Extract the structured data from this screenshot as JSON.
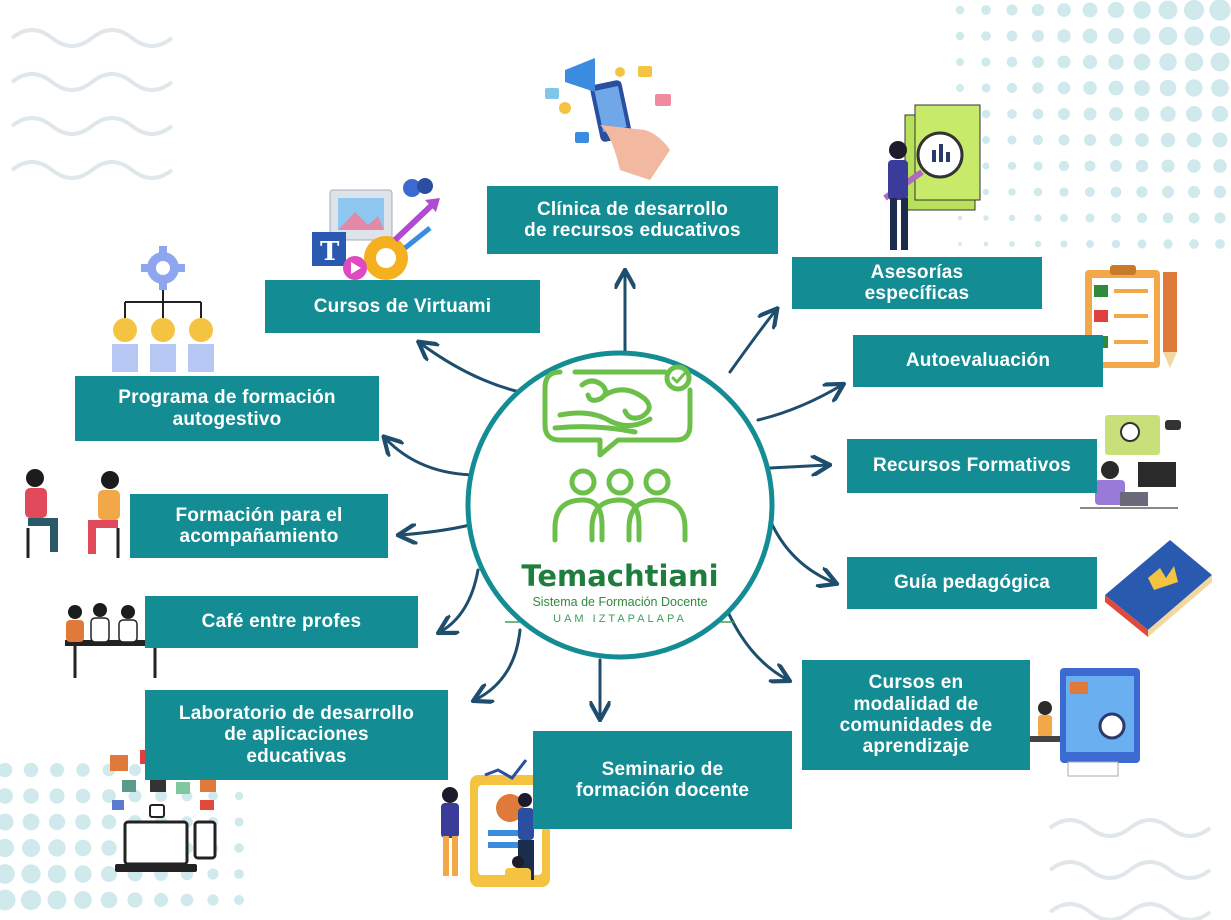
{
  "colors": {
    "box_fill": "#138c94",
    "box_text": "#ffffff",
    "arrow": "#1f4d6e",
    "circle_border": "#138c94",
    "logo_green": "#6cc04a",
    "brand_green": "#1f7d3d"
  },
  "center": {
    "name": "Temachtiani",
    "subtitle": "Sistema de Formación Docente",
    "institution": "UAM IZTAPALAPA",
    "logo_icon": "temachtiani-logo-icon"
  },
  "nodes": [
    {
      "id": "clinica",
      "label": "Clínica de desarrollo\nde recursos educativos",
      "icon": "megaphone-phone-icon"
    },
    {
      "id": "asesorias",
      "label": "Asesorías\nespecíficas",
      "icon": "magnifier-report-icon"
    },
    {
      "id": "autoevaluacion",
      "label": "Autoevaluación",
      "icon": "checklist-clipboard-icon"
    },
    {
      "id": "recursos",
      "label": "Recursos Formativos",
      "icon": "online-learning-icon"
    },
    {
      "id": "guia",
      "label": "Guía pedagógica",
      "icon": "guide-book-icon"
    },
    {
      "id": "comunidades",
      "label": "Cursos en\nmodalidad de\ncomunidades de\naprendizaje",
      "icon": "seo-monitor-icon"
    },
    {
      "id": "seminario",
      "label": "Seminario de\nformación docente",
      "icon": "presentation-team-icon"
    },
    {
      "id": "laboratorio",
      "label": "Laboratorio de desarrollo\nde aplicaciones\neducativas",
      "icon": "devices-apps-icon"
    },
    {
      "id": "cafe",
      "label": "Café entre profes",
      "icon": "coffee-meeting-icon"
    },
    {
      "id": "acompanamiento",
      "label": "Formación para el\nacompañamiento",
      "icon": "conversation-icon"
    },
    {
      "id": "programa",
      "label": "Programa de formación\nautogestivo",
      "icon": "org-chart-gear-icon"
    },
    {
      "id": "virtuami",
      "label": "Cursos de Virtuami",
      "icon": "design-tools-icon"
    }
  ]
}
